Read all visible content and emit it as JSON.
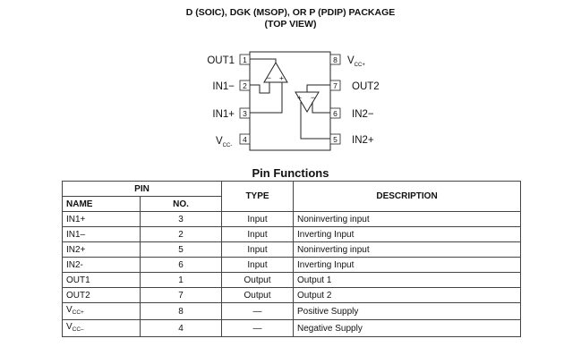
{
  "package": {
    "title_line1": "D (SOIC), DGK (MSOP), OR P (PDIP) PACKAGE",
    "title_line2": "(TOP VIEW)",
    "left_pins": [
      {
        "label": "OUT1",
        "number": "1"
      },
      {
        "label": "IN1−",
        "number": "2"
      },
      {
        "label": "IN1+",
        "number": "3"
      },
      {
        "label": "V",
        "sub": "CC-",
        "number": "4"
      }
    ],
    "right_pins": [
      {
        "label": "V",
        "sub": "CC+",
        "number": "8"
      },
      {
        "label": "OUT2",
        "number": "7"
      },
      {
        "label": "IN2−",
        "number": "6"
      },
      {
        "label": "IN2+",
        "number": "5"
      }
    ],
    "opamp_signs": {
      "minus": "−",
      "plus": "+"
    }
  },
  "pin_functions": {
    "title": "Pin Functions",
    "headers": {
      "pin": "PIN",
      "name": "NAME",
      "no": "NO.",
      "type": "TYPE",
      "description": "DESCRIPTION"
    },
    "rows": [
      {
        "name": "IN1+",
        "no": "3",
        "type": "Input",
        "description": "Noninverting input"
      },
      {
        "name": "IN1–",
        "no": "2",
        "type": "Input",
        "description": "Inverting Input"
      },
      {
        "name": "IN2+",
        "no": "5",
        "type": "Input",
        "description": "Noninverting input"
      },
      {
        "name": "IN2-",
        "no": "6",
        "type": "Input",
        "description": "Inverting Input"
      },
      {
        "name": "OUT1",
        "no": "1",
        "type": "Output",
        "description": "Output 1"
      },
      {
        "name": "OUT2",
        "no": "7",
        "type": "Output",
        "description": "Output 2"
      },
      {
        "name": "V",
        "name_sub": "CC+",
        "no": "8",
        "type": "—",
        "description": "Positive Supply"
      },
      {
        "name": "V",
        "name_sub": "CC–",
        "no": "4",
        "type": "—",
        "description": "Negative Supply"
      }
    ]
  }
}
